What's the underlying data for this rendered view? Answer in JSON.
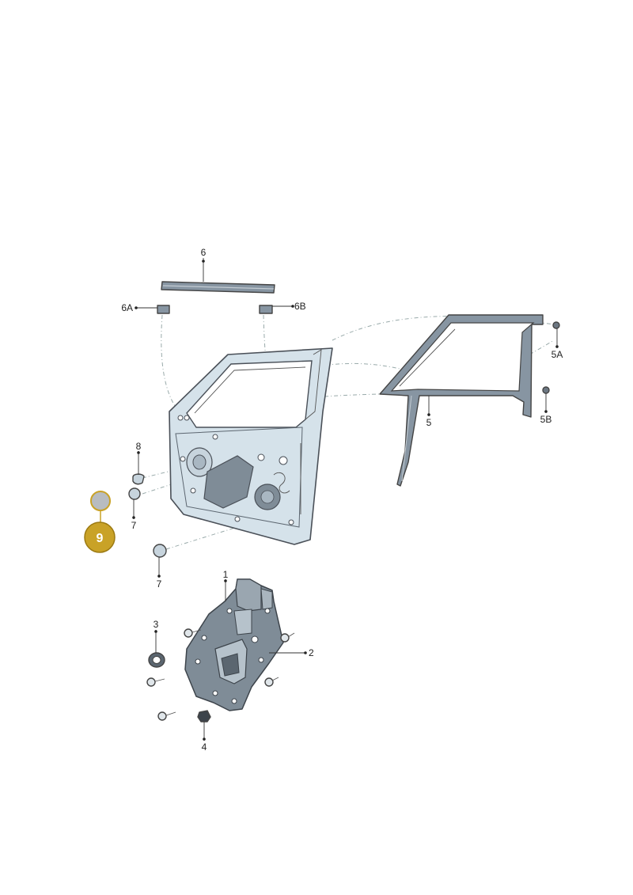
{
  "callouts": {
    "c1": "1",
    "c2": "2",
    "c3": "3",
    "c4": "4",
    "c5": "5",
    "c5a": "5A",
    "c5b": "5B",
    "c6": "6",
    "c6a": "6A",
    "c6b": "6B",
    "c7a": "7",
    "c7b": "7",
    "c8": "8"
  },
  "highlight": {
    "label": "9",
    "color": "#c9a227",
    "part_color": "#b8bcc0"
  },
  "colors": {
    "door_fill": "#d5e2ea",
    "door_stroke": "#4a5058",
    "seal_fill": "#8795a2",
    "carrier_fill": "#7f8c97",
    "background": "#ffffff"
  }
}
